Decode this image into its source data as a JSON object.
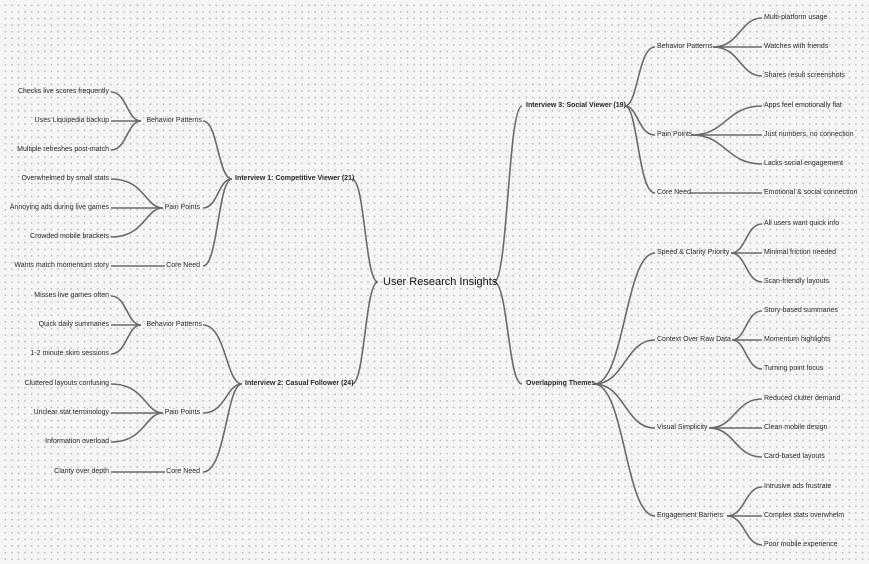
{
  "root": {
    "label": "User Research Insights"
  },
  "branches": [
    {
      "label": "Interview 1: Competitive Viewer (21)",
      "groups": [
        {
          "label": "Behavior Patterns",
          "items": [
            "Checks live scores frequently",
            "Uses Liquipedia backup",
            "Multiple refreshes post-match"
          ]
        },
        {
          "label": "Pain Points",
          "items": [
            "Overwhelmed by small stats",
            "Annoying ads during live games",
            "Crowded mobile brackets"
          ]
        },
        {
          "label": "Core Need",
          "items": [
            "Wants match momentum story"
          ]
        }
      ]
    },
    {
      "label": "Interview 2: Casual Follower (24)",
      "groups": [
        {
          "label": "Behavior Patterns",
          "items": [
            "Misses live games often",
            "Quick daily summaries",
            "1-2 minute skim sessions"
          ]
        },
        {
          "label": "Pain Points",
          "items": [
            "Cluttered layouts confusing",
            "Unclear stat terminology",
            "Information overload"
          ]
        },
        {
          "label": "Core Need",
          "items": [
            "Clarity over depth"
          ]
        }
      ]
    },
    {
      "label": "Interview 3: Social Viewer (19)",
      "groups": [
        {
          "label": "Behavior Patterns",
          "items": [
            "Multi-platform usage",
            "Watches with friends",
            "Shares result screenshots"
          ]
        },
        {
          "label": "Pain Points",
          "items": [
            "Apps feel emotionally flat",
            "Just numbers, no connection",
            "Lacks social engagement"
          ]
        },
        {
          "label": "Core Need",
          "items": [
            "Emotional & social connection"
          ]
        }
      ]
    },
    {
      "label": "Overlapping Themes",
      "groups": [
        {
          "label": "Speed & Clarity Priority",
          "items": [
            "All users want quick info",
            "Minimal friction needed",
            "Scan-friendly layouts"
          ]
        },
        {
          "label": "Context Over Raw Data",
          "items": [
            "Story-based summaries",
            "Momentum highlights",
            "Turning point focus"
          ]
        },
        {
          "label": "Visual Simplicity",
          "items": [
            "Reduced clutter demand",
            "Clean mobile design",
            "Card-based layouts"
          ]
        },
        {
          "label": "Engagement Barriers",
          "items": [
            "Intrusive ads frustrate",
            "Complex stats overwhelm",
            "Poor mobile experience"
          ]
        }
      ]
    }
  ]
}
